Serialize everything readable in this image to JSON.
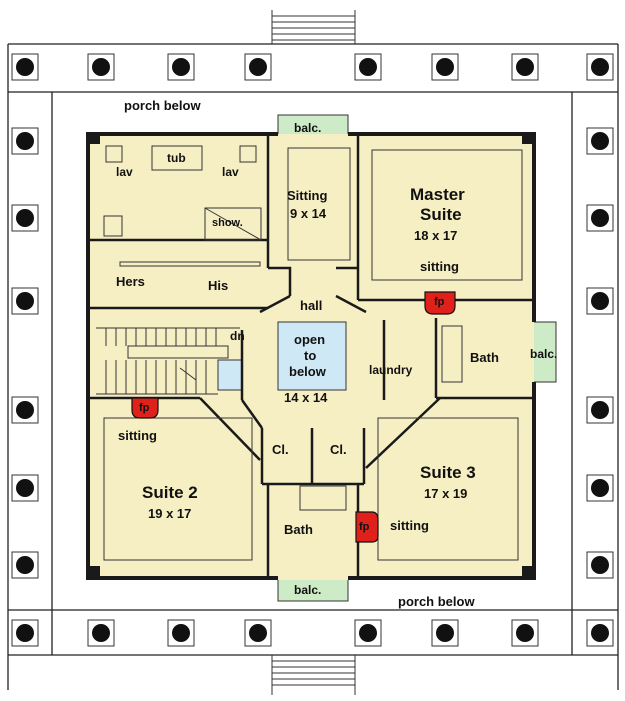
{
  "labels": {
    "porch_top": "porch below",
    "porch_bottom": "porch below",
    "balc_top": "balc.",
    "balc_right": "balc.",
    "balc_bottom": "balc.",
    "lav_left": "lav",
    "tub": "tub",
    "lav_right": "lav",
    "show": "show.",
    "hers": "Hers",
    "his": "His",
    "sitting_room": "Sitting",
    "sitting_room_dims": "9 x 14",
    "master_1": "Master",
    "master_2": "Suite",
    "master_dims": "18 x 17",
    "master_sitting": "sitting",
    "hall": "hall",
    "open_1": "open",
    "open_2": "to",
    "open_3": "below",
    "open_dims": "14 x 14",
    "dn": "dn",
    "laundry": "laundry",
    "bath_right": "Bath",
    "fp_master": "fp",
    "fp_suite2": "fp",
    "fp_suite3": "fp",
    "suite2_sitting": "sitting",
    "closet_left": "Cl.",
    "closet_right": "Cl.",
    "suite2_name": "Suite 2",
    "suite2_dims": "19 x 17",
    "suite3_name": "Suite 3",
    "suite3_dims": "17 x 19",
    "suite3_sitting": "sitting",
    "bath_bottom": "Bath"
  },
  "colors": {
    "floor": "#f7efc4",
    "wall": "#1a1a1a",
    "balcony": "#cdebc6",
    "open_area": "#cfe8f5",
    "fireplace": "#e0201a",
    "column": "#111111"
  }
}
